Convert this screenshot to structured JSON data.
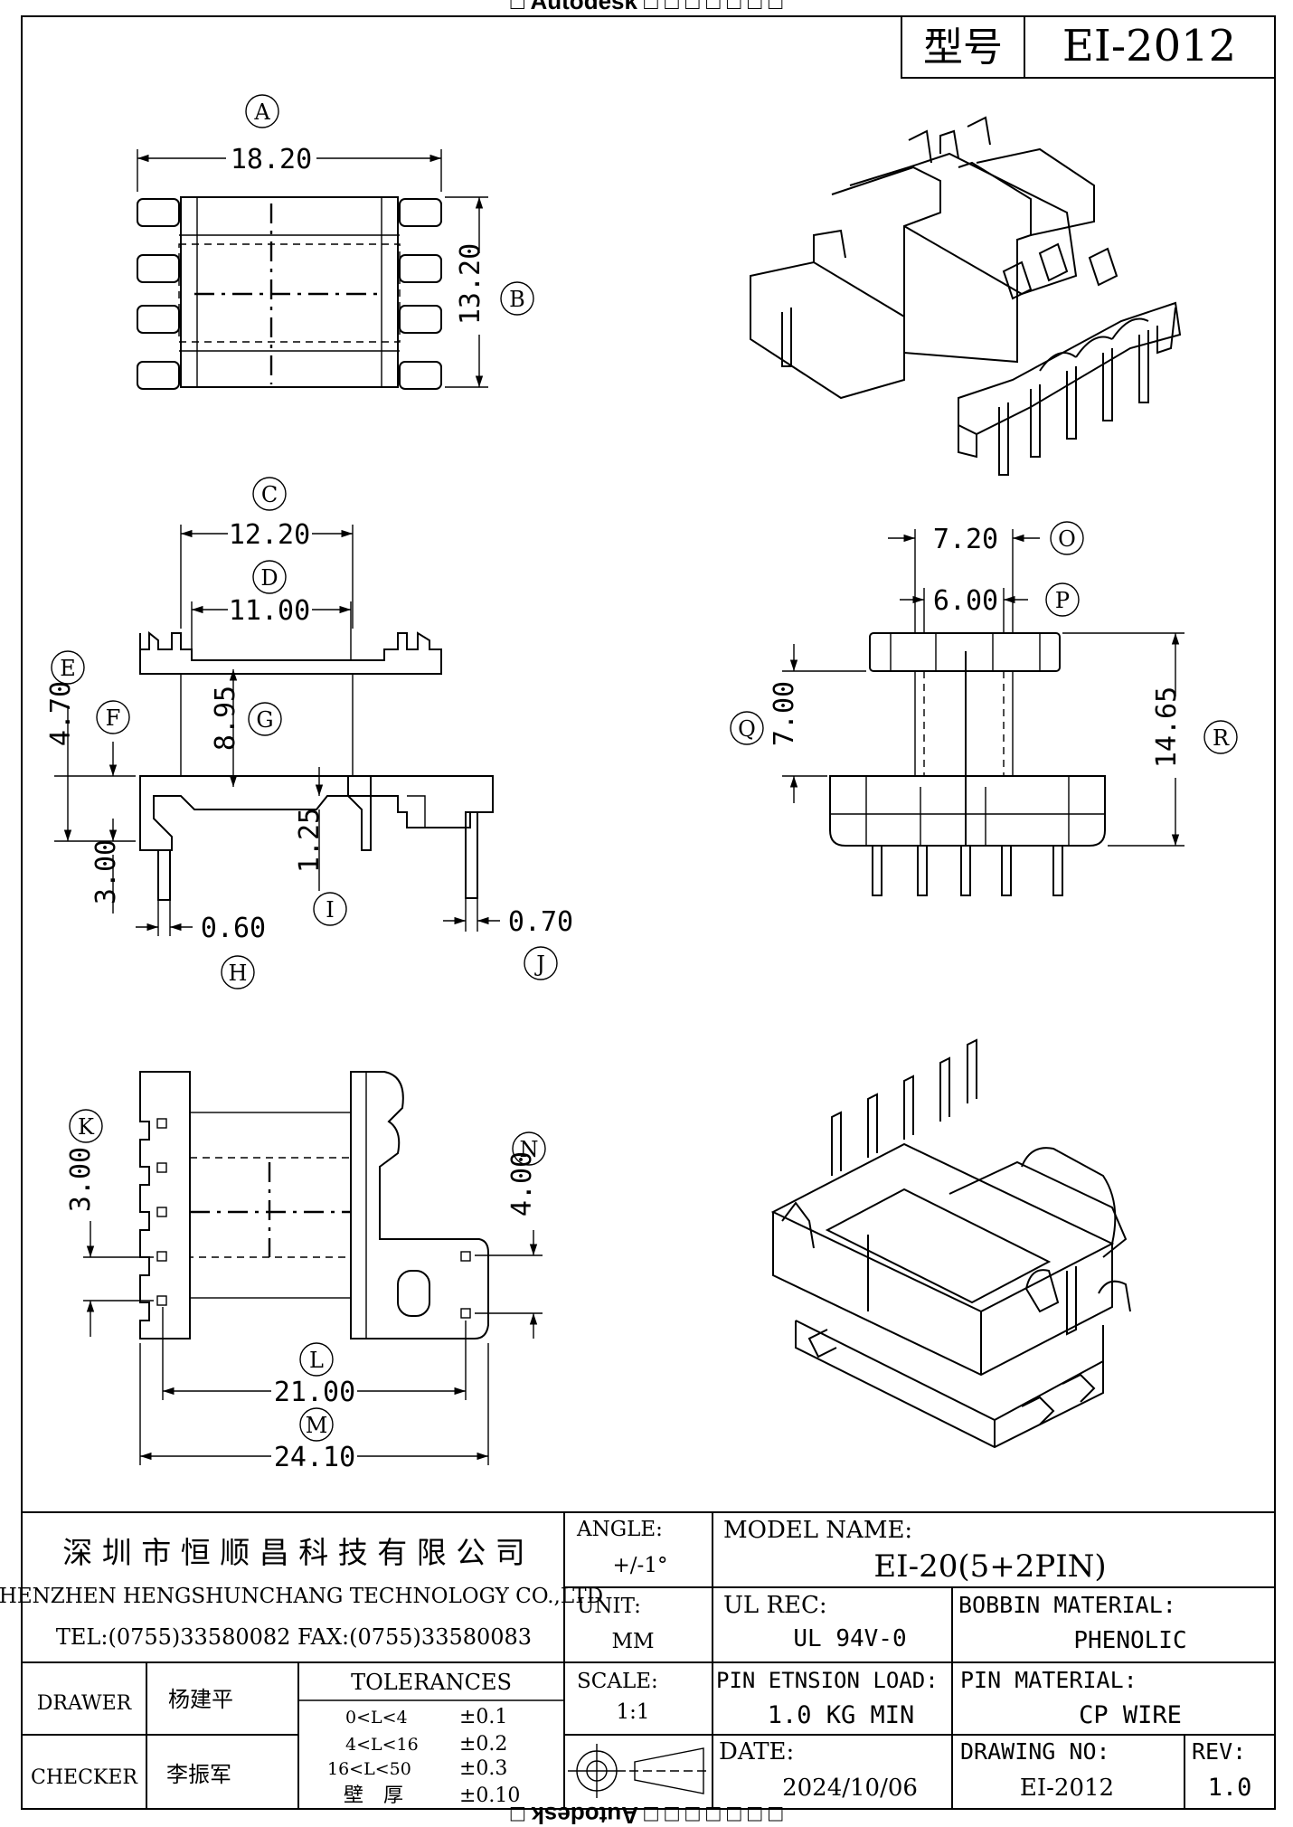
{
  "watermark_top": "□ Autodesk □ □ □ □ □ □ □",
  "watermark_bottom": "□ □ □ □ □ □ □ Autodesk □",
  "model_box": {
    "label": "型号",
    "value": "EI-2012"
  },
  "views": {
    "top": {
      "dims": [
        "18.20",
        "13.20"
      ],
      "markers": [
        "A",
        "B"
      ]
    },
    "side": {
      "dims": [
        "12.20",
        "11.00",
        "4.70",
        "8.95",
        "3.00",
        "1.25",
        "0.60",
        "0.70"
      ],
      "markers": [
        "C",
        "D",
        "E",
        "F",
        "G",
        "I",
        "H",
        "J"
      ]
    },
    "front": {
      "dims": [
        "7.20",
        "6.00",
        "7.00",
        "14.65"
      ],
      "markers": [
        "O",
        "P",
        "Q",
        "R"
      ]
    },
    "bottom": {
      "dims": [
        "3.00",
        "4.00",
        "21.00",
        "24.10"
      ],
      "markers": [
        "K",
        "N",
        "L",
        "M"
      ]
    }
  },
  "title_block": {
    "company_cn": "深 圳 市 恒 顺 昌 科 技 有 限 公 司",
    "company_en": "SHENZHEN HENGSHUNCHANG TECHNOLOGY CO.,LTD",
    "contact": "TEL:(0755)33580082 FAX:(0755)33580083",
    "angle_label": "ANGLE:",
    "angle_value": "+/-1°",
    "unit_label": "UNIT:",
    "unit_value": "MM",
    "scale_label": "SCALE:",
    "scale_value": "1:1",
    "model_name_label": "MODEL NAME:",
    "model_name_value": "EI-20(5+2PIN)",
    "ul_label": "UL REC:",
    "ul_value": "UL 94V-0",
    "bobbin_label": "BOBBIN MATERIAL:",
    "bobbin_value": "PHENOLIC",
    "pin_load_label": "PIN ETNSION LOAD:",
    "pin_load_value": "1.0 KG MIN",
    "pin_material_label": "PIN MATERIAL:",
    "pin_material_value": "CP WIRE",
    "date_label": "DATE:",
    "date_value": "2024/10/06",
    "drawing_no_label": "DRAWING NO:",
    "drawing_no_value": "EI-2012",
    "rev_label": "REV:",
    "rev_value": "1.0",
    "drawer_label": "DRAWER",
    "drawer_name": "杨建平",
    "checker_label": "CHECKER",
    "checker_name": "李振军",
    "tolerances_title": "TOLERANCES",
    "tolerances": [
      {
        "range": "0<L<4",
        "value": "±0.1"
      },
      {
        "range": "4<L<16",
        "value": "±0.2"
      },
      {
        "range": "16<L<50",
        "value": "±0.3"
      },
      {
        "range": "壁　厚",
        "value": "±0.10"
      }
    ]
  }
}
